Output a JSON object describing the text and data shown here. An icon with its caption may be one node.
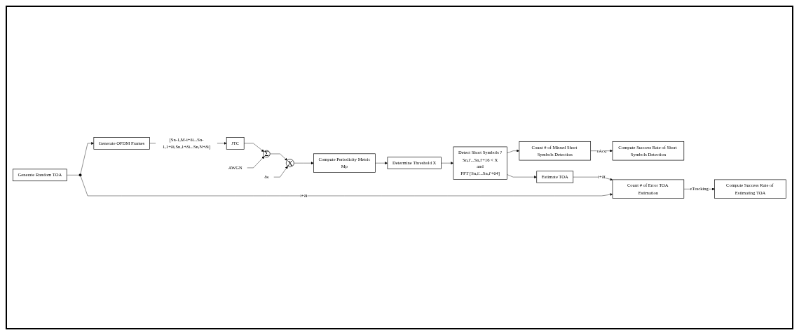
{
  "diagram": {
    "nodes": [
      {
        "text": [
          "Generate OFDM Frames"
        ]
      },
      {
        "text": [
          "JTC"
        ]
      },
      {
        "text": [
          "Σ"
        ]
      },
      {
        "text": [
          "AWGN"
        ]
      },
      {
        "text": [
          "X"
        ]
      },
      {
        "text": [
          "δκ"
        ]
      },
      {
        "text": [
          "Compute Periodicity Metric",
          "Mp"
        ]
      },
      {
        "text": [
          "Determine Threshold X"
        ]
      },
      {
        "text": [
          "Detect Short Symbols ?",
          "Sn,i'...Sn,i'+16 < X",
          "and",
          "FFT [Sn,i'...Sn,i'+64]"
        ]
      },
      {
        "text": [
          "Count # of Missed Short Symbols Detection"
        ]
      },
      {
        "text": [
          "Compute Success Rate of Short Symbols Detection"
        ]
      },
      {
        "text": [
          "Estimate TOA"
        ]
      },
      {
        "text": [
          "Count # of Error TOA Estimation"
        ]
      },
      {
        "text": [
          "Compute Success Rate of Estimating TOA"
        ]
      },
      {
        "text": [
          "Generate Random TOA"
        ]
      },
      {
        "text": [],
        "shape": "circle"
      }
    ],
    "edges": [
      {
        "from": 0,
        "to": 1,
        "arrow": "to",
        "label": "[Sn-1,M-i+δi...Sn-1,1+δi,Sn,1+δi...Sn,N+δi]"
      },
      {
        "from": 1,
        "to": 2,
        "arrow": "to"
      },
      {
        "from": 3,
        "to": 2,
        "arrow": "to"
      },
      {
        "from": 2,
        "to": 4,
        "arrow": "to"
      },
      {
        "from": 5,
        "to": 4,
        "arrow": "to"
      },
      {
        "from": 4,
        "to": 6,
        "arrow": "to"
      },
      {
        "from": 6,
        "to": 7,
        "arrow": "to"
      },
      {
        "from": 7,
        "to": 8,
        "arrow": "to"
      },
      {
        "from": 8,
        "to": 9,
        "arrow": "to"
      },
      {
        "from": 9,
        "to": 10,
        "arrow": "to",
        "label": "εAcq"
      },
      {
        "from": 8,
        "to": 11,
        "arrow": "to"
      },
      {
        "from": 11,
        "to": 12,
        "arrow": "to",
        "label": "i+δî"
      },
      {
        "from": 12,
        "to": 13,
        "arrow": "to",
        "label": "εTracking"
      },
      {
        "from": 14,
        "to": 15,
        "arrow": "none"
      },
      {
        "from": 15,
        "to": 0,
        "arrow": "to"
      },
      {
        "from": 15,
        "to": 12,
        "arrow": "to",
        "label": "i+δi"
      }
    ]
  }
}
